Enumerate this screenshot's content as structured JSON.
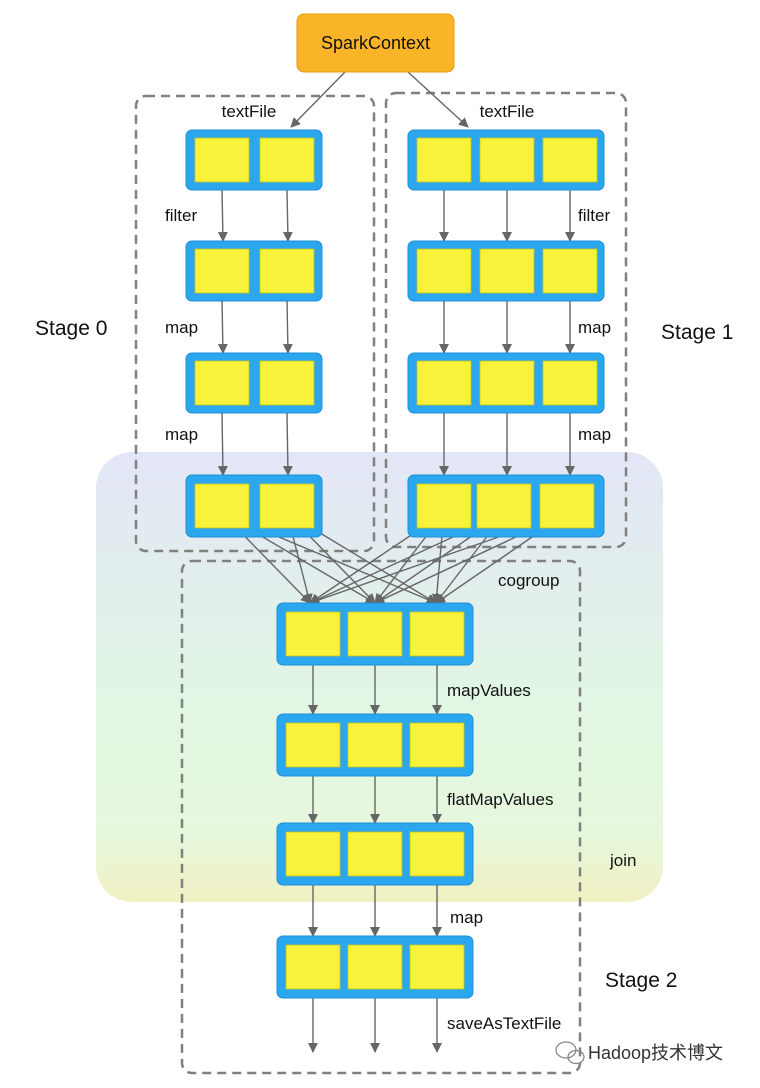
{
  "root": {
    "label": "SparkContext"
  },
  "stages": [
    {
      "label": "Stage 0"
    },
    {
      "label": "Stage 1"
    },
    {
      "label": "Stage 2"
    }
  ],
  "stage0_ops": {
    "source": "textFile",
    "op1": "filter",
    "op2": "map",
    "op3": "map"
  },
  "stage1_ops": {
    "source": "textFile",
    "op1": "filter",
    "op2": "map",
    "op3": "map"
  },
  "stage2_ops": {
    "cogroup": "cogroup",
    "mapValues": "mapValues",
    "flatMapValues": "flatMapValues",
    "map": "map",
    "save": "saveAsTextFile"
  },
  "join_label": "join",
  "watermark": "Hadoop技术博文",
  "colors": {
    "partition": "#f8f23a",
    "rdd_frame": "#2aa7ef",
    "root_fill": "#f9b428",
    "arrow": "#666666",
    "stage_border": "#808080"
  }
}
